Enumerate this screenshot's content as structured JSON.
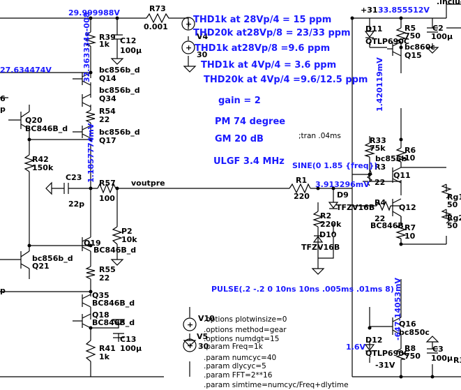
{
  "net_labels": {
    "v_top": "29.999988V",
    "v_left": "27.634474V",
    "v_q13": "32.363334e-008",
    "v_mid": "1.1857774mV",
    "v_right_top": "33.855512V",
    "v_r1": "3.913296mV",
    "v_q15": "1.420119mV",
    "v_q16": "-647.14053mV",
    "v_neg": "-31V",
    "v_d12": "1.6V",
    "v_top_num": "+31",
    "include": ".includ",
    "voutpre": "voutpre",
    "left_6": "6",
    "left_p1": "p",
    "left_p2": "p"
  },
  "components": {
    "R73": "R73",
    "R73_val": "0.001",
    "V4": "V4",
    "V4_val": "30",
    "R39": "R39",
    "R39_val": "1k",
    "C12": "C12",
    "C12_val": "100µ",
    "Q14": "Q14",
    "Q14_model": "bc856b_d",
    "Q34": "Q34",
    "Q34_model": "bc856b_d",
    "R54": "R54",
    "R54_val": "22",
    "Q17": "Q17",
    "Q17_model": "bc856b_d",
    "Q20": "Q20",
    "Q20_model": "BC846B_d",
    "R42": "R42",
    "R42_val": "150k",
    "C23": "C23",
    "C23_val": "22p",
    "R57": "R57",
    "R57_val": "100",
    "P2": "P2",
    "P2_val": "10k",
    "Q19": "Q19",
    "Q19_model": "BC846B_d",
    "Q21": "Q21",
    "Q21_model": "bc856b_d",
    "R55": "R55",
    "R55_val": "22",
    "Q35": "Q35",
    "Q35_model": "BC846B_d",
    "Q18": "Q18",
    "Q18_model": "BC846B_d",
    "V10": "V10",
    "V5": "V5",
    "V5_val": "30",
    "C13": "C13",
    "C13_val": "100µ",
    "R41": "R41",
    "R41_val": "1k",
    "R1": "R1",
    "R1_val": "220",
    "R2": "R2",
    "R2_val": "220k",
    "D9": "D9",
    "D9_model": "TFZV16B",
    "D10": "D10",
    "D10_model": "TFZV16B",
    "D11": "D11",
    "D11_model": "QTLP690C",
    "R5": "R5",
    "R5_val": "750",
    "C2": "C2",
    "C2_val": "100µ",
    "Q15": "Q15",
    "Q15_model": "bc860c",
    "R33": "R33",
    "R33_val": "75k",
    "R3": "R3",
    "R3_val": "22",
    "R3_model": "bc856b",
    "Q11": "Q11",
    "R6": "R6",
    "R6_val": "10",
    "R4": "R4",
    "R4_val": "22",
    "Q12": "Q12",
    "Q12_model": "BC846B",
    "R7": "R7",
    "R7_val": "10",
    "Rg1": "Rg1",
    "Rg1_val": "50",
    "Rg2": "Rg2",
    "Rg2_val": "50",
    "Q16": "Q16",
    "Q16_model": "bc850c",
    "D12": "D12",
    "D12_model": "QTLP690C",
    "R8": "R8",
    "R8_val": "750",
    "C3": "C3",
    "C3_val": "100µ",
    "R3b": "R3"
  },
  "annotations": {
    "line1": "THD1k at 28Vp/4 = 15 ppm",
    "line2": "THD20k at28Vp/8 = 23/33  ppm",
    "line3": "THD1k at28Vp/8 =9.6 ppm",
    "line4": "THD1k at 4Vp/4 = 3.6 ppm",
    "line5": "THD20k at 4Vp/4 =9.6/12.5 ppm",
    "gain": "gain = 2",
    "pm": "PM  74 degree",
    "gm": "GM  20 dB",
    "ulgf": "ULGF 3.4 MHz",
    "sine": "SINE(0 1.85 {freq})",
    "pulse": "PULSE(.2 -.2 0 10ns 10ns .005ms .01ms 8)"
  },
  "directives": {
    "tran": ";tran .04ms",
    "d1": ".options plotwinsize=0",
    "d2": ".options method=gear",
    "d3": ".options numdgt=15",
    "d4": ".param Freq=1k",
    "d5": ".param numcyc=40",
    "d6": ".param dlycyc=5",
    "d7": ".param FFT=2**16",
    "d8": ".param simtime=numcyc/Freq+dlytime"
  }
}
